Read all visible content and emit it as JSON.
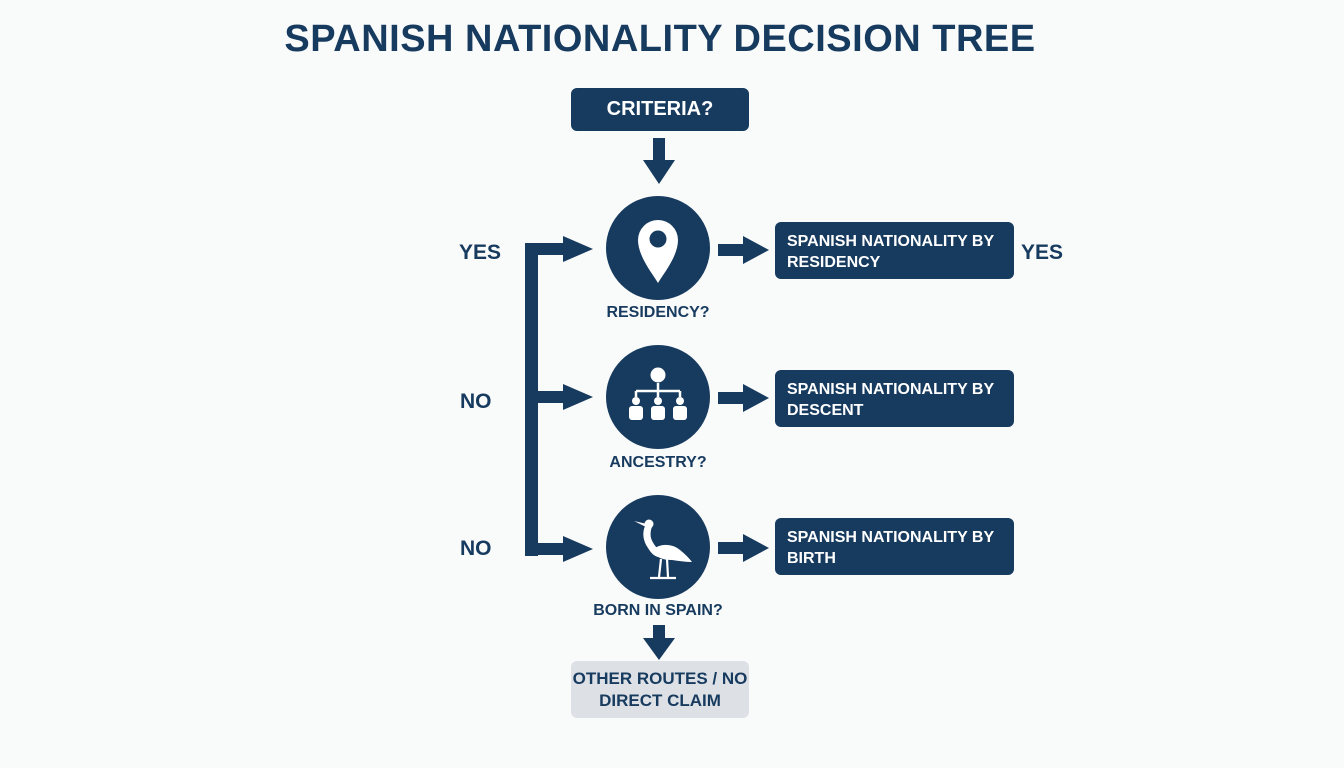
{
  "title": "SPANISH NATIONALITY DECISION TREE",
  "start": "CRITERIA?",
  "decisions": [
    {
      "question": "RESIDENCY?",
      "icon": "location-pin-icon",
      "branch_label": "YES",
      "outcome": "SPANISH NATIONALITY BY RESIDENCY",
      "outcome_label": "YES"
    },
    {
      "question": "ANCESTRY?",
      "icon": "family-tree-icon",
      "branch_label": "NO",
      "outcome": "SPANISH NATIONALITY BY DESCENT"
    },
    {
      "question": "BORN IN SPAIN?",
      "icon": "stork-icon",
      "branch_label": "NO",
      "outcome": "SPANISH NATIONALITY BY BIRTH"
    }
  ],
  "fallback": "OTHER ROUTES / NO DIRECT CLAIM",
  "colors": {
    "primary": "#173a5f",
    "fallback_bg": "#dde1e6",
    "background": "#f9fafa"
  }
}
